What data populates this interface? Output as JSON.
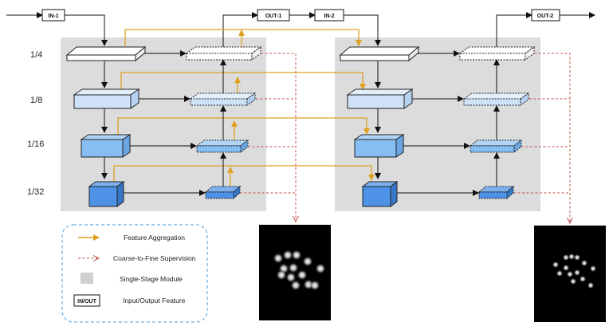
{
  "io_boxes": {
    "in1": "IN-1",
    "out1": "OUT-1",
    "in2": "IN-2",
    "out2": "OUT-2"
  },
  "scales": [
    "1/4",
    "1/8",
    "1/16",
    "1/32"
  ],
  "legend": {
    "feature_aggregation": "Feature Aggregation",
    "supervision": "Coarse-to-Fine Supervision",
    "module": "Single-Stage Module",
    "io_box": "IN/OUT",
    "io_label": "Input/Output Feature"
  },
  "colors": {
    "aggregation": "#e0a020",
    "supervision": "#c0504d",
    "module_bg": "#dcdcdc",
    "legend_border": "#6aaee0",
    "level_1_4": "#ffffff",
    "level_1_8": "#cfe2f8",
    "level_1_16": "#86bdf2",
    "level_1_32": "#4d92e6"
  }
}
